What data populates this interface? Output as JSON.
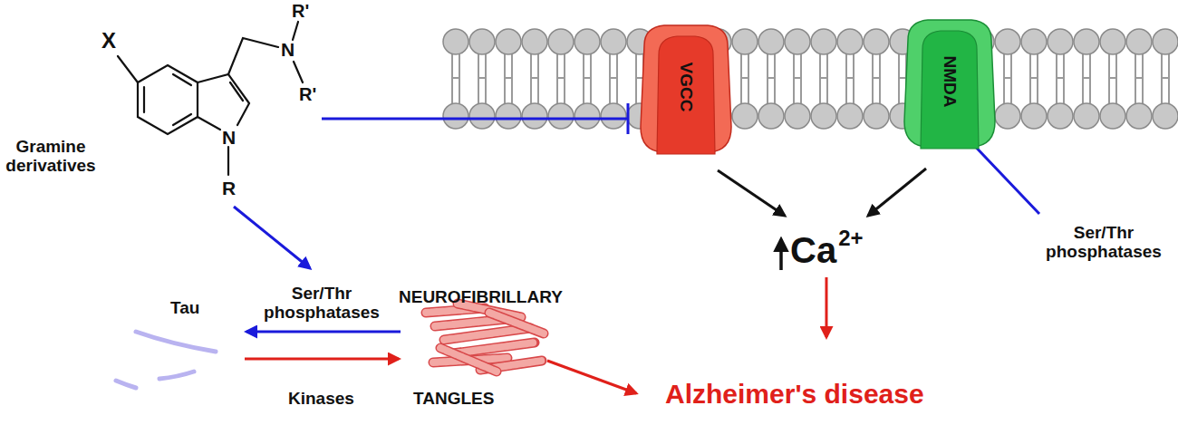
{
  "diagram": {
    "nodes": [
      {
        "text": [
          "VGCC"
        ]
      },
      {
        "text": [
          "NMDA"
        ]
      }
    ],
    "labels": [
      "X",
      "R'",
      "N",
      "R'",
      "N",
      "R",
      "Gramine derivatives",
      "Ser/Thr phosphatases",
      "Ca",
      "2+",
      "Tau",
      "Ser/Thr phosphatases",
      "Kinases",
      "NEUROFIBRILLARY",
      "TANGLES",
      "Alzheimer's disease"
    ]
  }
}
